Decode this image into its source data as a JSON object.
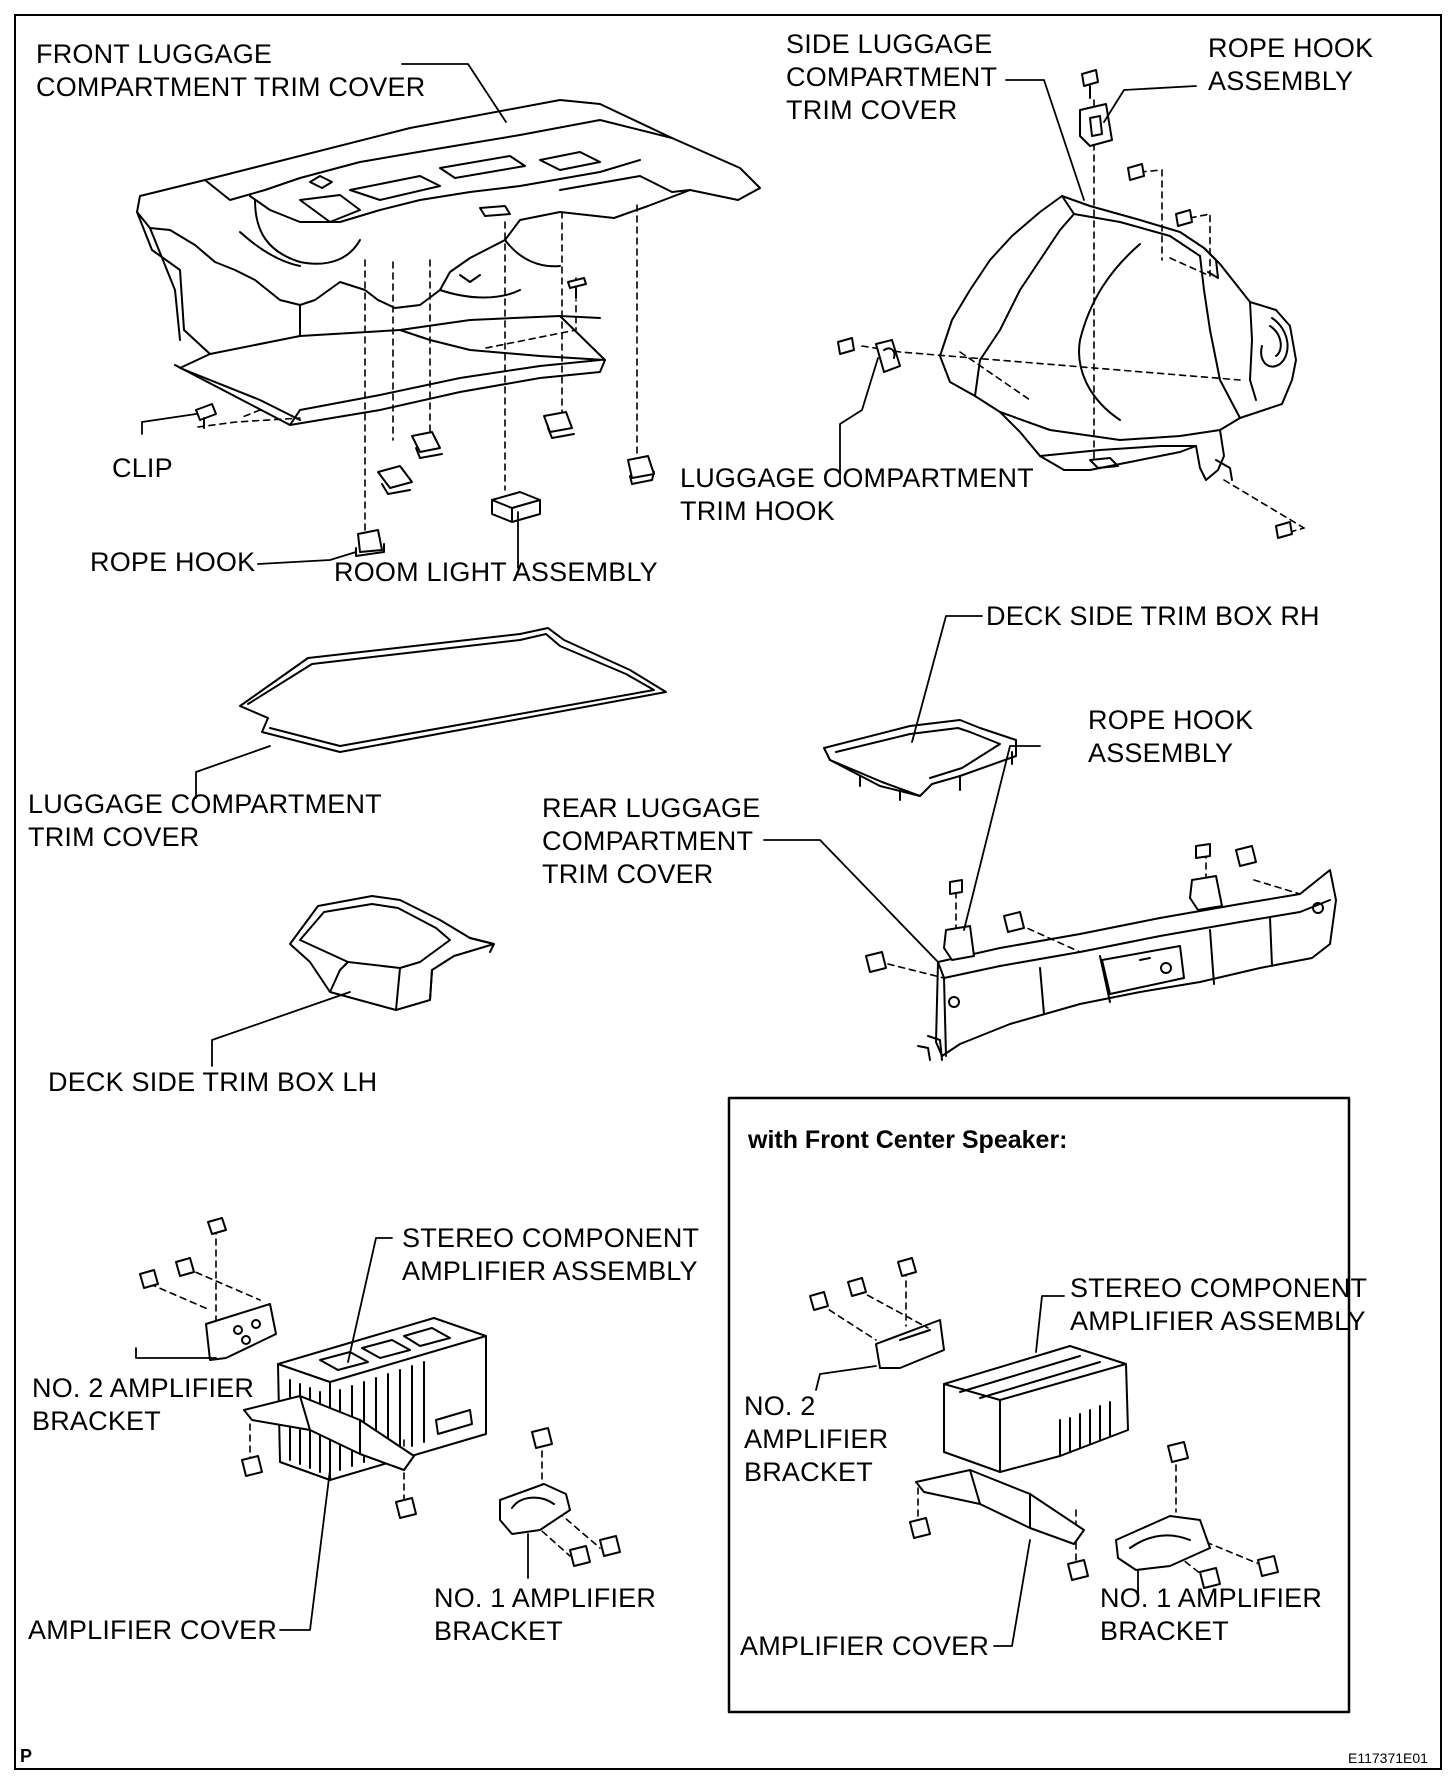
{
  "labels": {
    "front_trim_cover": [
      "FRONT LUGGAGE",
      "COMPARTMENT TRIM COVER"
    ],
    "side_trim_cover": [
      "SIDE LUGGAGE",
      "COMPARTMENT",
      "TRIM COVER"
    ],
    "rope_hook_assembly_top": [
      "ROPE HOOK",
      "ASSEMBLY"
    ],
    "clip": "CLIP",
    "luggage_trim_hook": [
      "LUGGAGE COMPARTMENT",
      "TRIM HOOK"
    ],
    "rope_hook": "ROPE HOOK",
    "room_light": "ROOM LIGHT ASSEMBLY",
    "deck_box_rh": "DECK SIDE TRIM BOX RH",
    "rope_hook_assembly_mid": [
      "ROPE HOOK",
      "ASSEMBLY"
    ],
    "luggage_trim_cover": [
      "LUGGAGE COMPARTMENT",
      "TRIM COVER"
    ],
    "rear_trim_cover": [
      "REAR LUGGAGE",
      "COMPARTMENT",
      "TRIM COVER"
    ],
    "deck_box_lh": "DECK SIDE TRIM BOX LH",
    "stereo_amp_left": [
      "STEREO COMPONENT",
      "AMPLIFIER ASSEMBLY"
    ],
    "no2_bracket_left": [
      "NO. 2 AMPLIFIER",
      "BRACKET"
    ],
    "amp_cover_left": "AMPLIFIER COVER",
    "no1_bracket_left": [
      "NO. 1 AMPLIFIER",
      "BRACKET"
    ],
    "stereo_amp_right": [
      "STEREO COMPONENT",
      "AMPLIFIER ASSEMBLY"
    ],
    "no2_bracket_right": [
      "NO. 2",
      "AMPLIFIER",
      "BRACKET"
    ],
    "amp_cover_right": "AMPLIFIER COVER",
    "no1_bracket_right": [
      "NO. 1 AMPLIFIER",
      "BRACKET"
    ]
  },
  "inset_title": "with Front Center Speaker:",
  "corner_letter": "P",
  "figure_code": "E117371E01"
}
